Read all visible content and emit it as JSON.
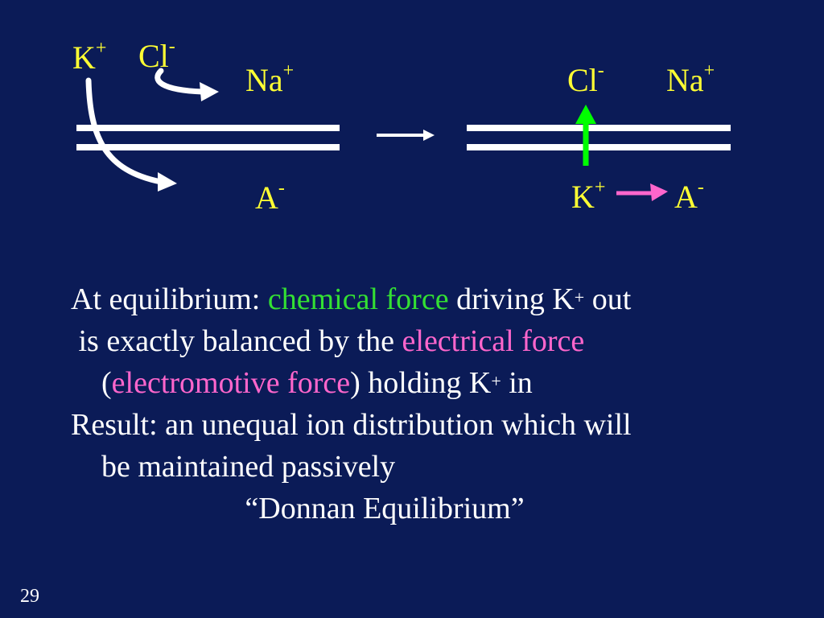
{
  "colors": {
    "background": "#0b1b57",
    "ion_label": "#ffff33",
    "membrane": "#ffffff",
    "chemical_force": "#33e033",
    "electrical_force": "#ff66cc",
    "green_arrow": "#00ff00",
    "pink_arrow": "#ff66cc"
  },
  "diagram": {
    "left": {
      "k_ion": "K",
      "k_charge": "+",
      "cl_ion": "Cl",
      "cl_charge": "-",
      "na_ion": "Na",
      "na_charge": "+",
      "a_ion": "A",
      "a_charge": "-"
    },
    "right": {
      "cl_ion": "Cl",
      "cl_charge": "-",
      "na_ion": "Na",
      "na_charge": "+",
      "k_ion": "K",
      "k_charge": "+",
      "a_ion": "A",
      "a_charge": "-"
    }
  },
  "text": {
    "line1_a": "At equilibrium: ",
    "line1_b": "chemical force",
    "line1_c": " driving K",
    "line1_sup": "+",
    "line1_d": " out",
    "line2_a": " is exactly balanced by the ",
    "line2_b": "electrical force",
    "line3_a": "(",
    "line3_b": "electromotive force",
    "line3_c": ") holding K",
    "line3_sup": "+",
    "line3_d": " in",
    "line4": "Result: an unequal ion distribution which will",
    "line5": "be maintained passively",
    "line6": "“Donnan Equilibrium”"
  },
  "slide_number": "29"
}
